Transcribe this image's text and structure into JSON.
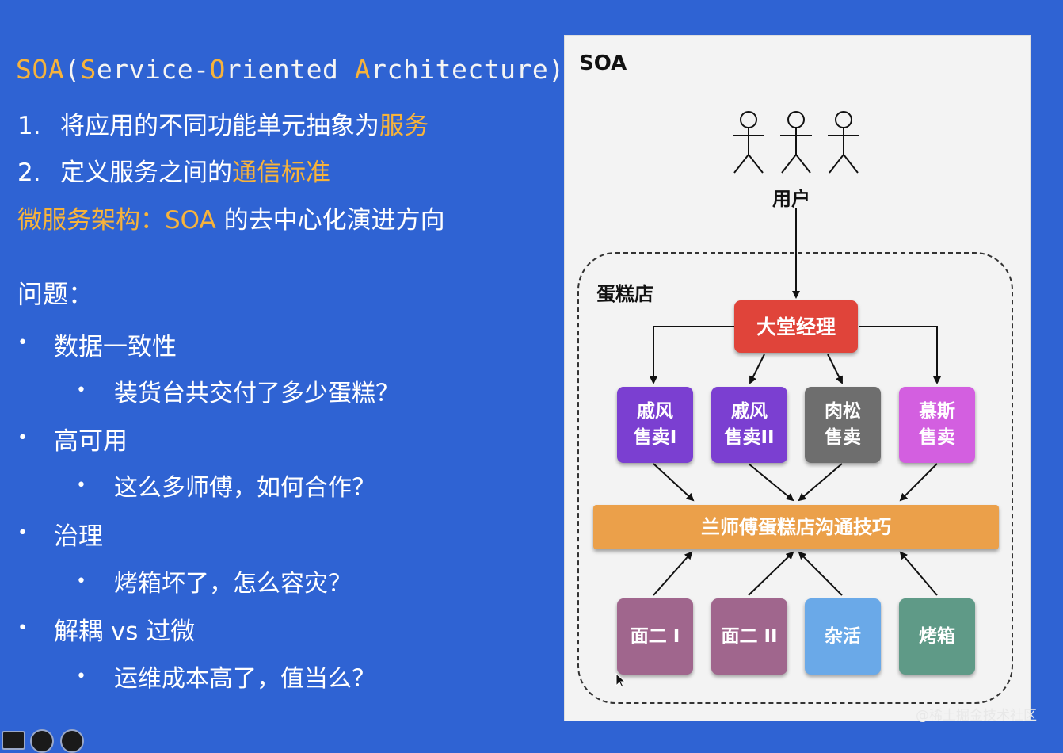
{
  "slide": {
    "title_abbr": "SOA",
    "title_paren_open": "(",
    "title_w1_cap": "S",
    "title_w1_rest": "ervice-",
    "title_w2_cap": "O",
    "title_w2_rest": "riented ",
    "title_w3_cap": "A",
    "title_w3_rest": "rchitecture",
    "title_paren_close": ")",
    "point1_num": "1.",
    "point1_text": "将应用的不同功能单元抽象为",
    "point1_hl": "服务",
    "point2_num": "2.",
    "point2_text": "定义服务之间的",
    "point2_hl": "通信标准",
    "micro_hl": "微服务架构：SOA",
    "micro_text": " 的去中心化演进方向",
    "problems_title": "问题：",
    "problems": [
      {
        "bullet": "•",
        "label": "数据一致性",
        "sub_bullet": "•",
        "sub": "装货台共交付了多少蛋糕？"
      },
      {
        "bullet": "•",
        "label": "高可用",
        "sub_bullet": "•",
        "sub": "这么多师傅，如何合作？"
      },
      {
        "bullet": "•",
        "label": "治理",
        "sub_bullet": "•",
        "sub": "烤箱坏了，怎么容灾？"
      },
      {
        "bullet": "•",
        "label": "解耦 vs 过微",
        "sub_bullet": "•",
        "sub": "运维成本高了，值当么？"
      }
    ]
  },
  "diagram": {
    "title": "SOA",
    "users_label": "用户",
    "shop_label": "蛋糕店",
    "manager": "大堂经理",
    "sellers": [
      {
        "line1": "戚风",
        "line2": "售卖I",
        "color": "#7b3fd1"
      },
      {
        "line1": "戚风",
        "line2": "售卖II",
        "color": "#7b3fd1"
      },
      {
        "line1": "肉松",
        "line2": "售卖",
        "color": "#6e6e6e"
      },
      {
        "line1": "慕斯",
        "line2": "售卖",
        "color": "#d35fe0"
      }
    ],
    "bus": "兰师傅蛋糕店沟通技巧",
    "bus_color": "#eba04a",
    "manager_color": "#e0443a",
    "workers": [
      {
        "label": "面二 I",
        "color": "#a0668d"
      },
      {
        "label": "面二 II",
        "color": "#a0668d"
      },
      {
        "label": "杂活",
        "color": "#6aa9e8"
      },
      {
        "label": "烤箱",
        "color": "#5f9a87"
      }
    ]
  },
  "footer": {
    "watermark": "@稀土掘金技术社区"
  },
  "colors": {
    "background": "#2f63d3",
    "highlight": "#f7b33b"
  }
}
